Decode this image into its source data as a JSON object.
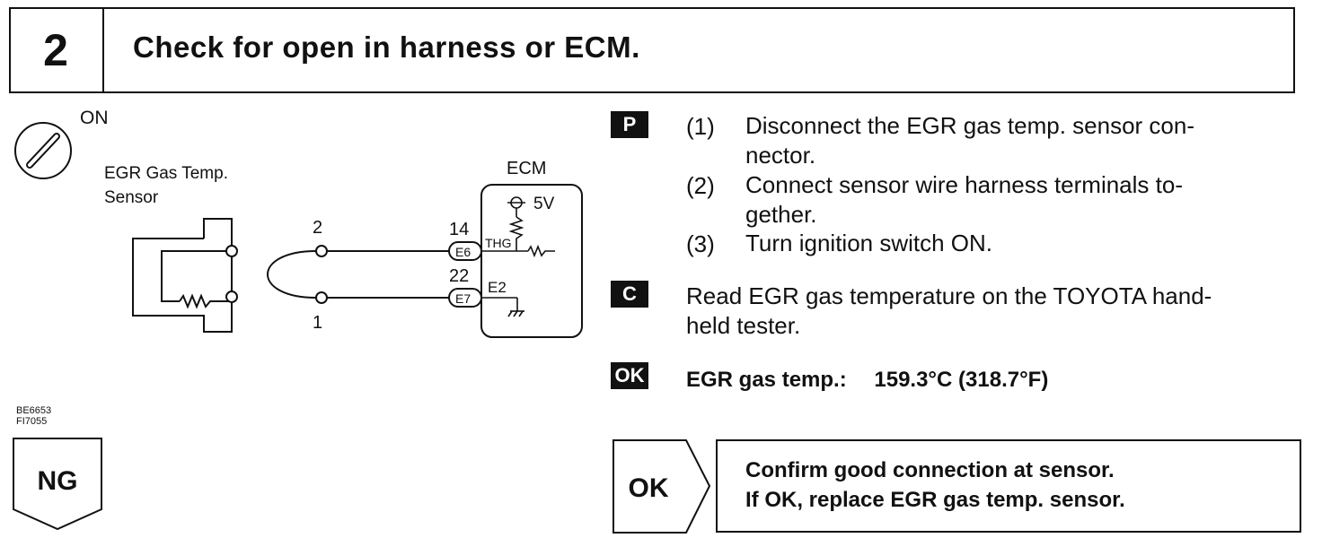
{
  "header": {
    "step_number": "2",
    "title": "Check for open in harness or ECM."
  },
  "diagram": {
    "ignition_label": "ON",
    "sensor_label_line1": "EGR Gas Temp.",
    "sensor_label_line2": "Sensor",
    "ecm_label": "ECM",
    "voltage_label": "5V",
    "wire_2_label": "2",
    "wire_1_label": "1",
    "pin_14": "14",
    "pin_22": "22",
    "connector_e6": "E6",
    "connector_e7": "E7",
    "signal_thg": "THG",
    "signal_e2": "E2",
    "figure_code_1": "BE6653",
    "figure_code_2": "FI7055"
  },
  "procedure": {
    "badge_p": "P",
    "step1_num": "(1)",
    "step1_line1": "Disconnect the EGR gas temp. sensor con-",
    "step1_line2": "nector.",
    "step2_num": "(2)",
    "step2_line1": "Connect sensor wire harness terminals to-",
    "step2_line2": "gether.",
    "step3_num": "(3)",
    "step3_line1": "Turn ignition switch ON.",
    "badge_c": "C",
    "check_line1": "Read EGR gas temperature on the TOYOTA hand-",
    "check_line2": "held tester.",
    "badge_ok": "OK",
    "spec_label": "EGR gas temp.:",
    "spec_value": "159.3°C (318.7°F)"
  },
  "outcomes": {
    "ng_label": "NG",
    "ok_label": "OK",
    "ok_action_line1": "Confirm good connection at sensor.",
    "ok_action_line2": "If OK, replace EGR gas temp. sensor."
  }
}
